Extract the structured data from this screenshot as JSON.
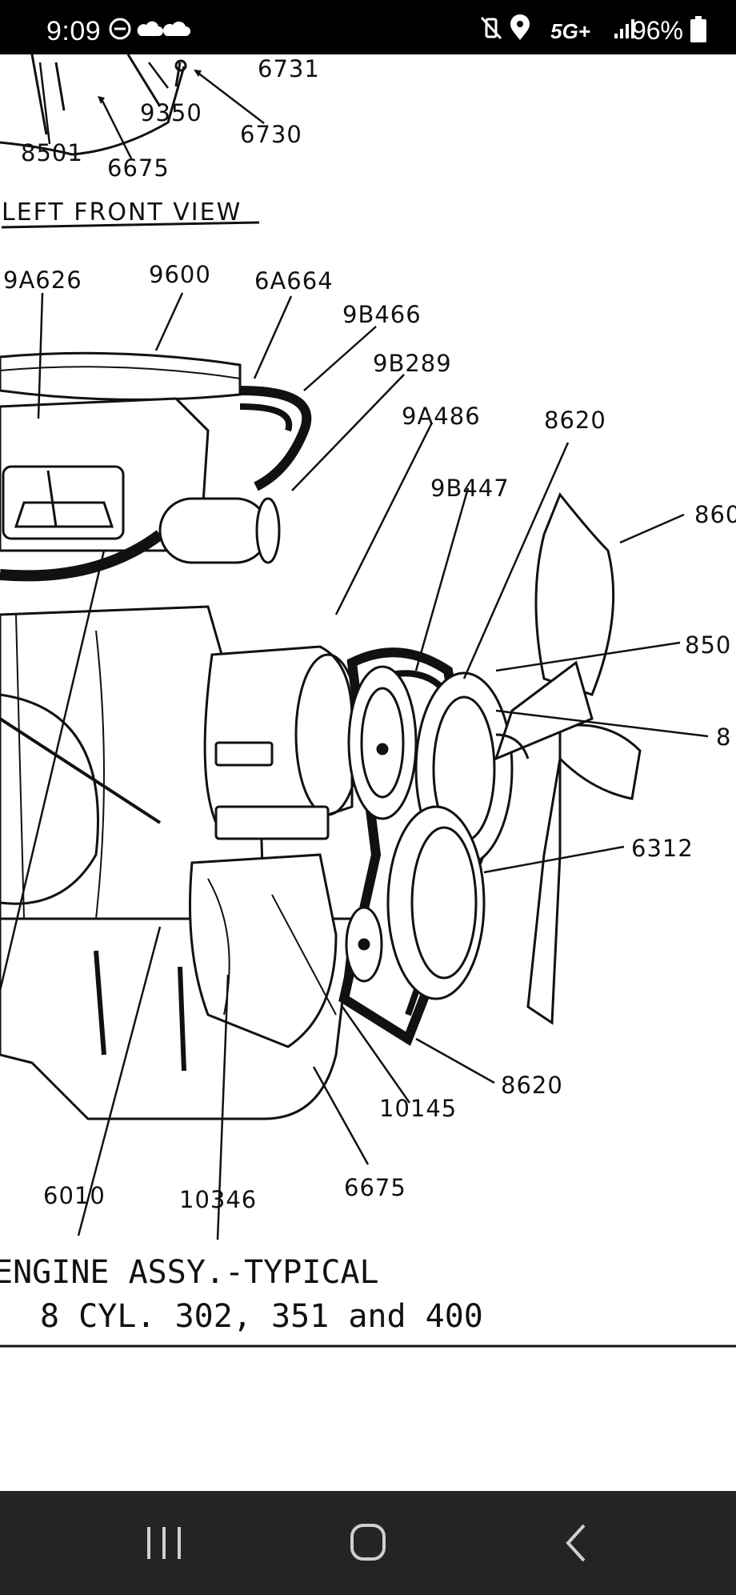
{
  "status_bar": {
    "time": "9:09",
    "network": "5G+",
    "battery": "96%",
    "left_icons": [
      "do-not-disturb-icon",
      "cloud-icon",
      "cloud-icon"
    ],
    "right_icons": [
      "vibrate-mute-icon",
      "location-icon",
      "signal-icon",
      "battery-icon"
    ]
  },
  "diagram": {
    "top_labels": [
      "6731",
      "9350",
      "6730",
      "8501",
      "6675"
    ],
    "view_title": "LEFT FRONT VIEW",
    "part_labels": [
      "9A626",
      "9600",
      "6A664",
      "9B466",
      "9B289",
      "9A486",
      "8620",
      "9B447",
      "860",
      "850",
      "8",
      "6312",
      "8620",
      "10145",
      "6010",
      "10346",
      "6675"
    ],
    "caption_line1": "ENGINE ASSY.-TYPICAL",
    "caption_line2": "8 CYL. 302, 351 and 400"
  },
  "nav_bar": {
    "icons": [
      "recent-apps-icon",
      "home-icon",
      "back-icon"
    ]
  }
}
